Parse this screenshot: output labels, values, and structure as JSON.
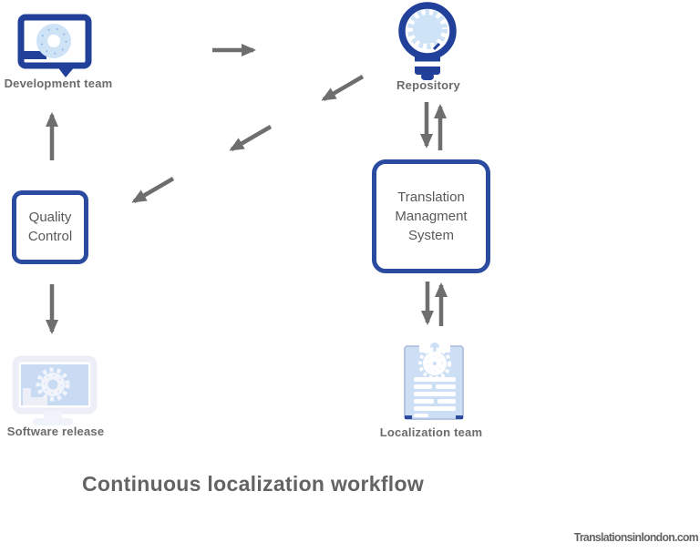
{
  "diagram": {
    "title": "Continuous localization workflow",
    "watermark": "Translationsinlondon.com",
    "nodes": {
      "development_team": {
        "label": "Development team",
        "icon": "chat-bubble-gear-icon"
      },
      "repository": {
        "label": "Repository",
        "icon": "lightbulb-gear-icon"
      },
      "quality_control": {
        "line1": "Quality",
        "line2": "Control"
      },
      "tms": {
        "line1": "Translation",
        "line2": "Managment",
        "line3": "System"
      },
      "software_release": {
        "label": "Software release",
        "icon": "monitor-gear-icon"
      },
      "localization_team": {
        "label": "Localization team",
        "icon": "clipboard-gear-icon"
      }
    },
    "edges": [
      {
        "from": "development_team",
        "to": "repository",
        "style": "single-arrow-right"
      },
      {
        "from": "repository",
        "to": "quality_control",
        "style": "three-segment-diagonal-arrows"
      },
      {
        "from": "quality_control",
        "to": "development_team",
        "style": "single-arrow-up"
      },
      {
        "from": "quality_control",
        "to": "software_release",
        "style": "single-arrow-down"
      },
      {
        "from": "repository",
        "to": "tms",
        "style": "double-arrow-vertical"
      },
      {
        "from": "tms",
        "to": "localization_team",
        "style": "double-arrow-vertical"
      }
    ],
    "colors": {
      "primary_blue": "#21409a",
      "box_border_blue": "#2a4b9f",
      "light_blue_fill": "#cfe3f7",
      "pale_blue_fill": "#c8dbf3",
      "pale_frame": "#edf0f8",
      "arrow_gray": "#6e6e6e",
      "text_gray": "#636363"
    }
  }
}
